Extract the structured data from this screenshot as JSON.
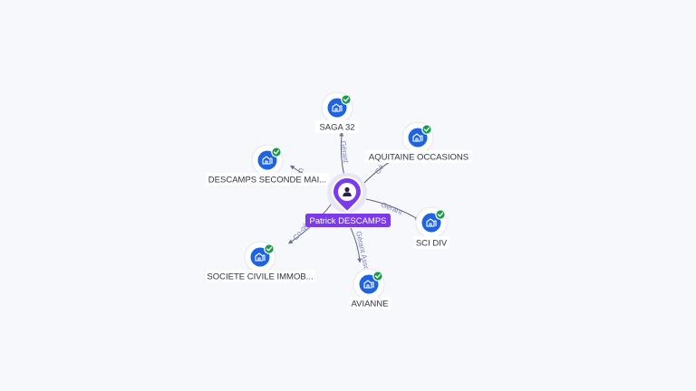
{
  "center": {
    "name": "Patrick DESCAMPS",
    "icon": "person-icon",
    "color": "#7c3aed"
  },
  "companies": [
    {
      "id": "saga32",
      "name": "SAGA 32",
      "relation": "Gérant",
      "icon": "building-icon",
      "verified_icon": "check-icon"
    },
    {
      "id": "aquitaine",
      "name": "AQUITAINE OCCASIONS",
      "relation": "Gé",
      "icon": "building-icon",
      "verified_icon": "check-icon"
    },
    {
      "id": "scidiv",
      "name": "SCI DIV",
      "relation": "Gérant",
      "icon": "building-icon",
      "verified_icon": "check-icon"
    },
    {
      "id": "avianne",
      "name": "AVIANNE",
      "relation": "Gérant Associé",
      "icon": "building-icon",
      "verified_icon": "check-icon"
    },
    {
      "id": "sci-immob",
      "name": "SOCIETE CIVILE IMMOB...",
      "relation": "Co-gé",
      "icon": "building-icon",
      "verified_icon": "check-icon"
    },
    {
      "id": "descamps-sm",
      "name": "DESCAMPS SECONDE MAI...",
      "relation": "G",
      "icon": "building-icon",
      "verified_icon": "check-icon"
    }
  ],
  "colors": {
    "company_node": "#1e63e0",
    "verified": "#1a9a4b",
    "edge_label": "#7c7fb8",
    "background": "#f7f8fb"
  }
}
